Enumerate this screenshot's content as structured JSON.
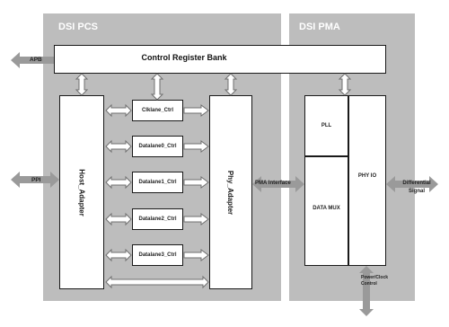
{
  "diagram": {
    "pcs_title": "DSI PCS",
    "pma_title": "DSI PMA",
    "control_register_bank": "Control Register Bank",
    "host_adapter": "Host_Adapter",
    "phy_adapter": "Phy_Adapter",
    "lane_ctrls": [
      "Clklane_Ctrl",
      "Datalane0_Ctrl",
      "Datalane1_Ctrl",
      "Datalane2_Ctrl",
      "Datalane3_Ctrl"
    ],
    "pll": "PLL",
    "data_mux": "DATA MUX",
    "phy_io": "PHY IO",
    "apb": "APB",
    "ppi": "PPI",
    "pma_interface": "PMA Interface",
    "differential_signal": "Differential Signal",
    "power_clock_control": "Power/Clock Control"
  },
  "colors": {
    "panel": "#bdbdbd",
    "arrow": "#9a9a9a",
    "box_fill": "#ffffff",
    "title_text": "#ffffff"
  }
}
